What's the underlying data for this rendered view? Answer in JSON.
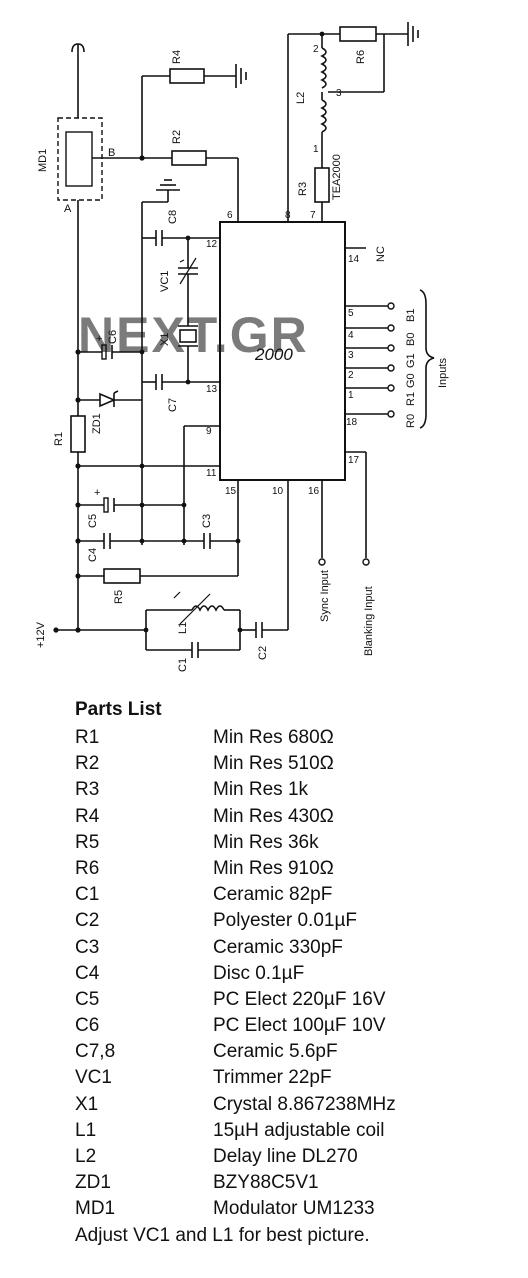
{
  "diagram": {
    "watermark": "NEXT.GR",
    "ic": {
      "name": "2000",
      "part": "TEA2000"
    },
    "components": {
      "md1": "MD1",
      "r1": "R1",
      "r2": "R2",
      "r3": "R3",
      "r4": "R4",
      "r5": "R5",
      "r6": "R6",
      "c1": "C1",
      "c2": "C2",
      "c3": "C3",
      "c4": "C4",
      "c5": "C5",
      "c6": "C6",
      "c7": "C7",
      "c8": "C8",
      "vc1": "VC1",
      "x1": "X1",
      "l1": "L1",
      "l2": "L2",
      "zd1": "ZD1"
    },
    "node_labels": {
      "md_a": "A",
      "md_b": "B",
      "l2_1": "1",
      "l2_2": "2",
      "l2_3": "3",
      "nc": "NC",
      "plus": "+",
      "plus2": "+"
    },
    "pins": [
      "6",
      "8",
      "7",
      "12",
      "14",
      "13",
      "9",
      "11",
      "15",
      "10",
      "16",
      "17",
      "5",
      "4",
      "3",
      "2",
      "1",
      "18"
    ],
    "inputs": {
      "B1": "B1",
      "B0": "B0",
      "G1": "G1",
      "G0": "G0",
      "R1": "R1",
      "R0": "R0",
      "group": "Inputs",
      "sync": "Sync Input",
      "blanking": "Blanking Input"
    },
    "supply": "+12V"
  },
  "parts_list": {
    "title": "Parts List",
    "items": [
      {
        "ref": "R1",
        "desc": "Min Res 680Ω"
      },
      {
        "ref": "R2",
        "desc": "Min Res 510Ω"
      },
      {
        "ref": "R3",
        "desc": "Min Res 1k"
      },
      {
        "ref": "R4",
        "desc": "Min Res 430Ω"
      },
      {
        "ref": "R5",
        "desc": "Min Res 36k"
      },
      {
        "ref": "R6",
        "desc": "Min Res 910Ω"
      },
      {
        "ref": "C1",
        "desc": "Ceramic 82pF"
      },
      {
        "ref": "C2",
        "desc": "Polyester 0.01µF"
      },
      {
        "ref": "C3",
        "desc": "Ceramic 330pF"
      },
      {
        "ref": "C4",
        "desc": "Disc 0.1µF"
      },
      {
        "ref": "C5",
        "desc": "PC Elect 220µF 16V"
      },
      {
        "ref": "C6",
        "desc": "PC Elect 100µF 10V"
      },
      {
        "ref": "C7,8",
        "desc": "Ceramic 5.6pF"
      },
      {
        "ref": "VC1",
        "desc": "Trimmer 22pF"
      },
      {
        "ref": "X1",
        "desc": "Crystal 8.867238MHz"
      },
      {
        "ref": "L1",
        "desc": "15µH adjustable coil"
      },
      {
        "ref": "L2",
        "desc": "Delay line DL270"
      },
      {
        "ref": "ZD1",
        "desc": "BZY88C5V1"
      },
      {
        "ref": "MD1",
        "desc": "Modulator UM1233"
      }
    ],
    "note": "Adjust VC1 and L1 for best picture."
  }
}
